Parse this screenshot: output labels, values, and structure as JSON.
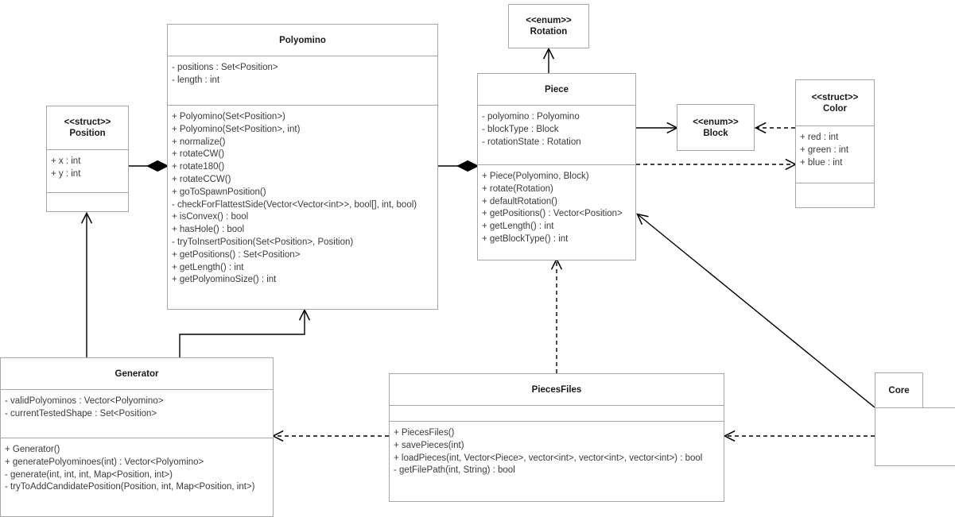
{
  "diagram": {
    "type": "uml-class-diagram",
    "title": "",
    "classes": [
      {
        "id": "position",
        "stereotype": "<<struct>>",
        "name": "Position",
        "attributes": [
          "+ x : int",
          "+ y : int"
        ],
        "methods": []
      },
      {
        "id": "polyomino",
        "stereotype": "",
        "name": "Polyomino",
        "attributes": [
          "- positions : Set<Position>",
          "- length : int"
        ],
        "methods": [
          "+ Polyomino(Set<Position>)",
          "+ Polyomino(Set<Position>, int)",
          "+ normalize()",
          "+ rotateCW()",
          "+ rotate180()",
          "+ rotateCCW()",
          "+ goToSpawnPosition()",
          "- checkForFlattestSide(Vector<Vector<int>>, bool[], int, bool)",
          "+ isConvex() : bool",
          "+ hasHole() : bool",
          "- tryToInsertPosition(Set<Position>, Position)",
          "+ getPositions() : Set<Position>",
          "+ getLength() : int",
          "+ getPolyominoSize() : int"
        ]
      },
      {
        "id": "rotation",
        "stereotype": "<<enum>>",
        "name": "Rotation",
        "attributes": [],
        "methods": []
      },
      {
        "id": "piece",
        "stereotype": "",
        "name": "Piece",
        "attributes": [
          "- polyomino : Polyomino",
          "- blockType : Block",
          "- rotationState : Rotation"
        ],
        "methods": [
          "+ Piece(Polyomino, Block)",
          "+ rotate(Rotation)",
          "+ defaultRotation()",
          "+ getPositions() : Vector<Position>",
          "+ getLength() : int",
          "+ getBlockType() : int"
        ]
      },
      {
        "id": "block",
        "stereotype": "<<enum>>",
        "name": "Block",
        "attributes": [],
        "methods": []
      },
      {
        "id": "color",
        "stereotype": "<<struct>>",
        "name": "Color",
        "attributes": [
          "+ red : int",
          "+ green : int",
          "+ blue : int"
        ],
        "methods": []
      },
      {
        "id": "generator",
        "stereotype": "",
        "name": "Generator",
        "attributes": [
          "- validPolyominos : Vector<Polyomino>",
          "- currentTestedShape : Set<Position>"
        ],
        "methods": [
          "+ Generator()",
          "+ generatePolyominoes(int) : Vector<Polyomino>",
          "- generate(int, int, int, Map<Position, int>)",
          "- tryToAddCandidatePosition(Position, int, Map<Position, int>)"
        ]
      },
      {
        "id": "piecesfiles",
        "stereotype": "",
        "name": "PiecesFiles",
        "attributes": [],
        "methods": [
          "+ PiecesFiles()",
          "+ savePieces(int)",
          "+ loadPieces(int, Vector<Piece>, vector<int>, vector<int>, vector<int>) : bool",
          "- getFilePath(int, String) : bool"
        ]
      },
      {
        "id": "core",
        "stereotype": "",
        "name": "Core",
        "attributes": [],
        "methods": []
      }
    ],
    "relationships": [
      {
        "id": "position-polyomino",
        "from": "Position",
        "to": "Polyomino",
        "kind": "composition",
        "line": "solid",
        "end": "filled-diamond"
      },
      {
        "id": "polyomino-piece",
        "from": "Polyomino",
        "to": "Piece",
        "kind": "composition",
        "line": "solid",
        "end": "filled-diamond"
      },
      {
        "id": "piece-rotation",
        "from": "Piece",
        "to": "Rotation",
        "kind": "association",
        "line": "solid",
        "end": "open-arrow"
      },
      {
        "id": "piece-block",
        "from": "Piece",
        "to": "Block",
        "kind": "association",
        "line": "solid",
        "end": "open-arrow"
      },
      {
        "id": "piece-color",
        "from": "Piece",
        "to": "Color",
        "kind": "dependency",
        "line": "dashed",
        "end": "open-arrow"
      },
      {
        "id": "color-block",
        "from": "Color",
        "to": "Block",
        "kind": "dependency",
        "line": "dashed",
        "end": "open-arrow"
      },
      {
        "id": "generator-position",
        "from": "Generator",
        "to": "Position",
        "kind": "association",
        "line": "solid",
        "end": "open-arrow"
      },
      {
        "id": "generator-polyomino",
        "from": "Generator",
        "to": "Polyomino",
        "kind": "association",
        "line": "solid",
        "end": "open-arrow"
      },
      {
        "id": "piecesfiles-generator",
        "from": "PiecesFiles",
        "to": "Generator",
        "kind": "dependency",
        "line": "dashed",
        "end": "open-arrow"
      },
      {
        "id": "piecesfiles-piece",
        "from": "PiecesFiles",
        "to": "Piece",
        "kind": "dependency",
        "line": "dashed",
        "end": "open-arrow"
      },
      {
        "id": "core-piecesfiles",
        "from": "Core",
        "to": "PiecesFiles",
        "kind": "dependency",
        "line": "dashed",
        "end": "open-arrow"
      },
      {
        "id": "core-piece",
        "from": "Core",
        "to": "Piece",
        "kind": "association",
        "line": "solid",
        "end": "open-arrow"
      }
    ],
    "colors": {
      "border": "#a6a6a6",
      "edge": "#000000",
      "title_text": "#1a1a1a",
      "member_text": "#3a3a3a",
      "background": "#ffffff"
    }
  }
}
